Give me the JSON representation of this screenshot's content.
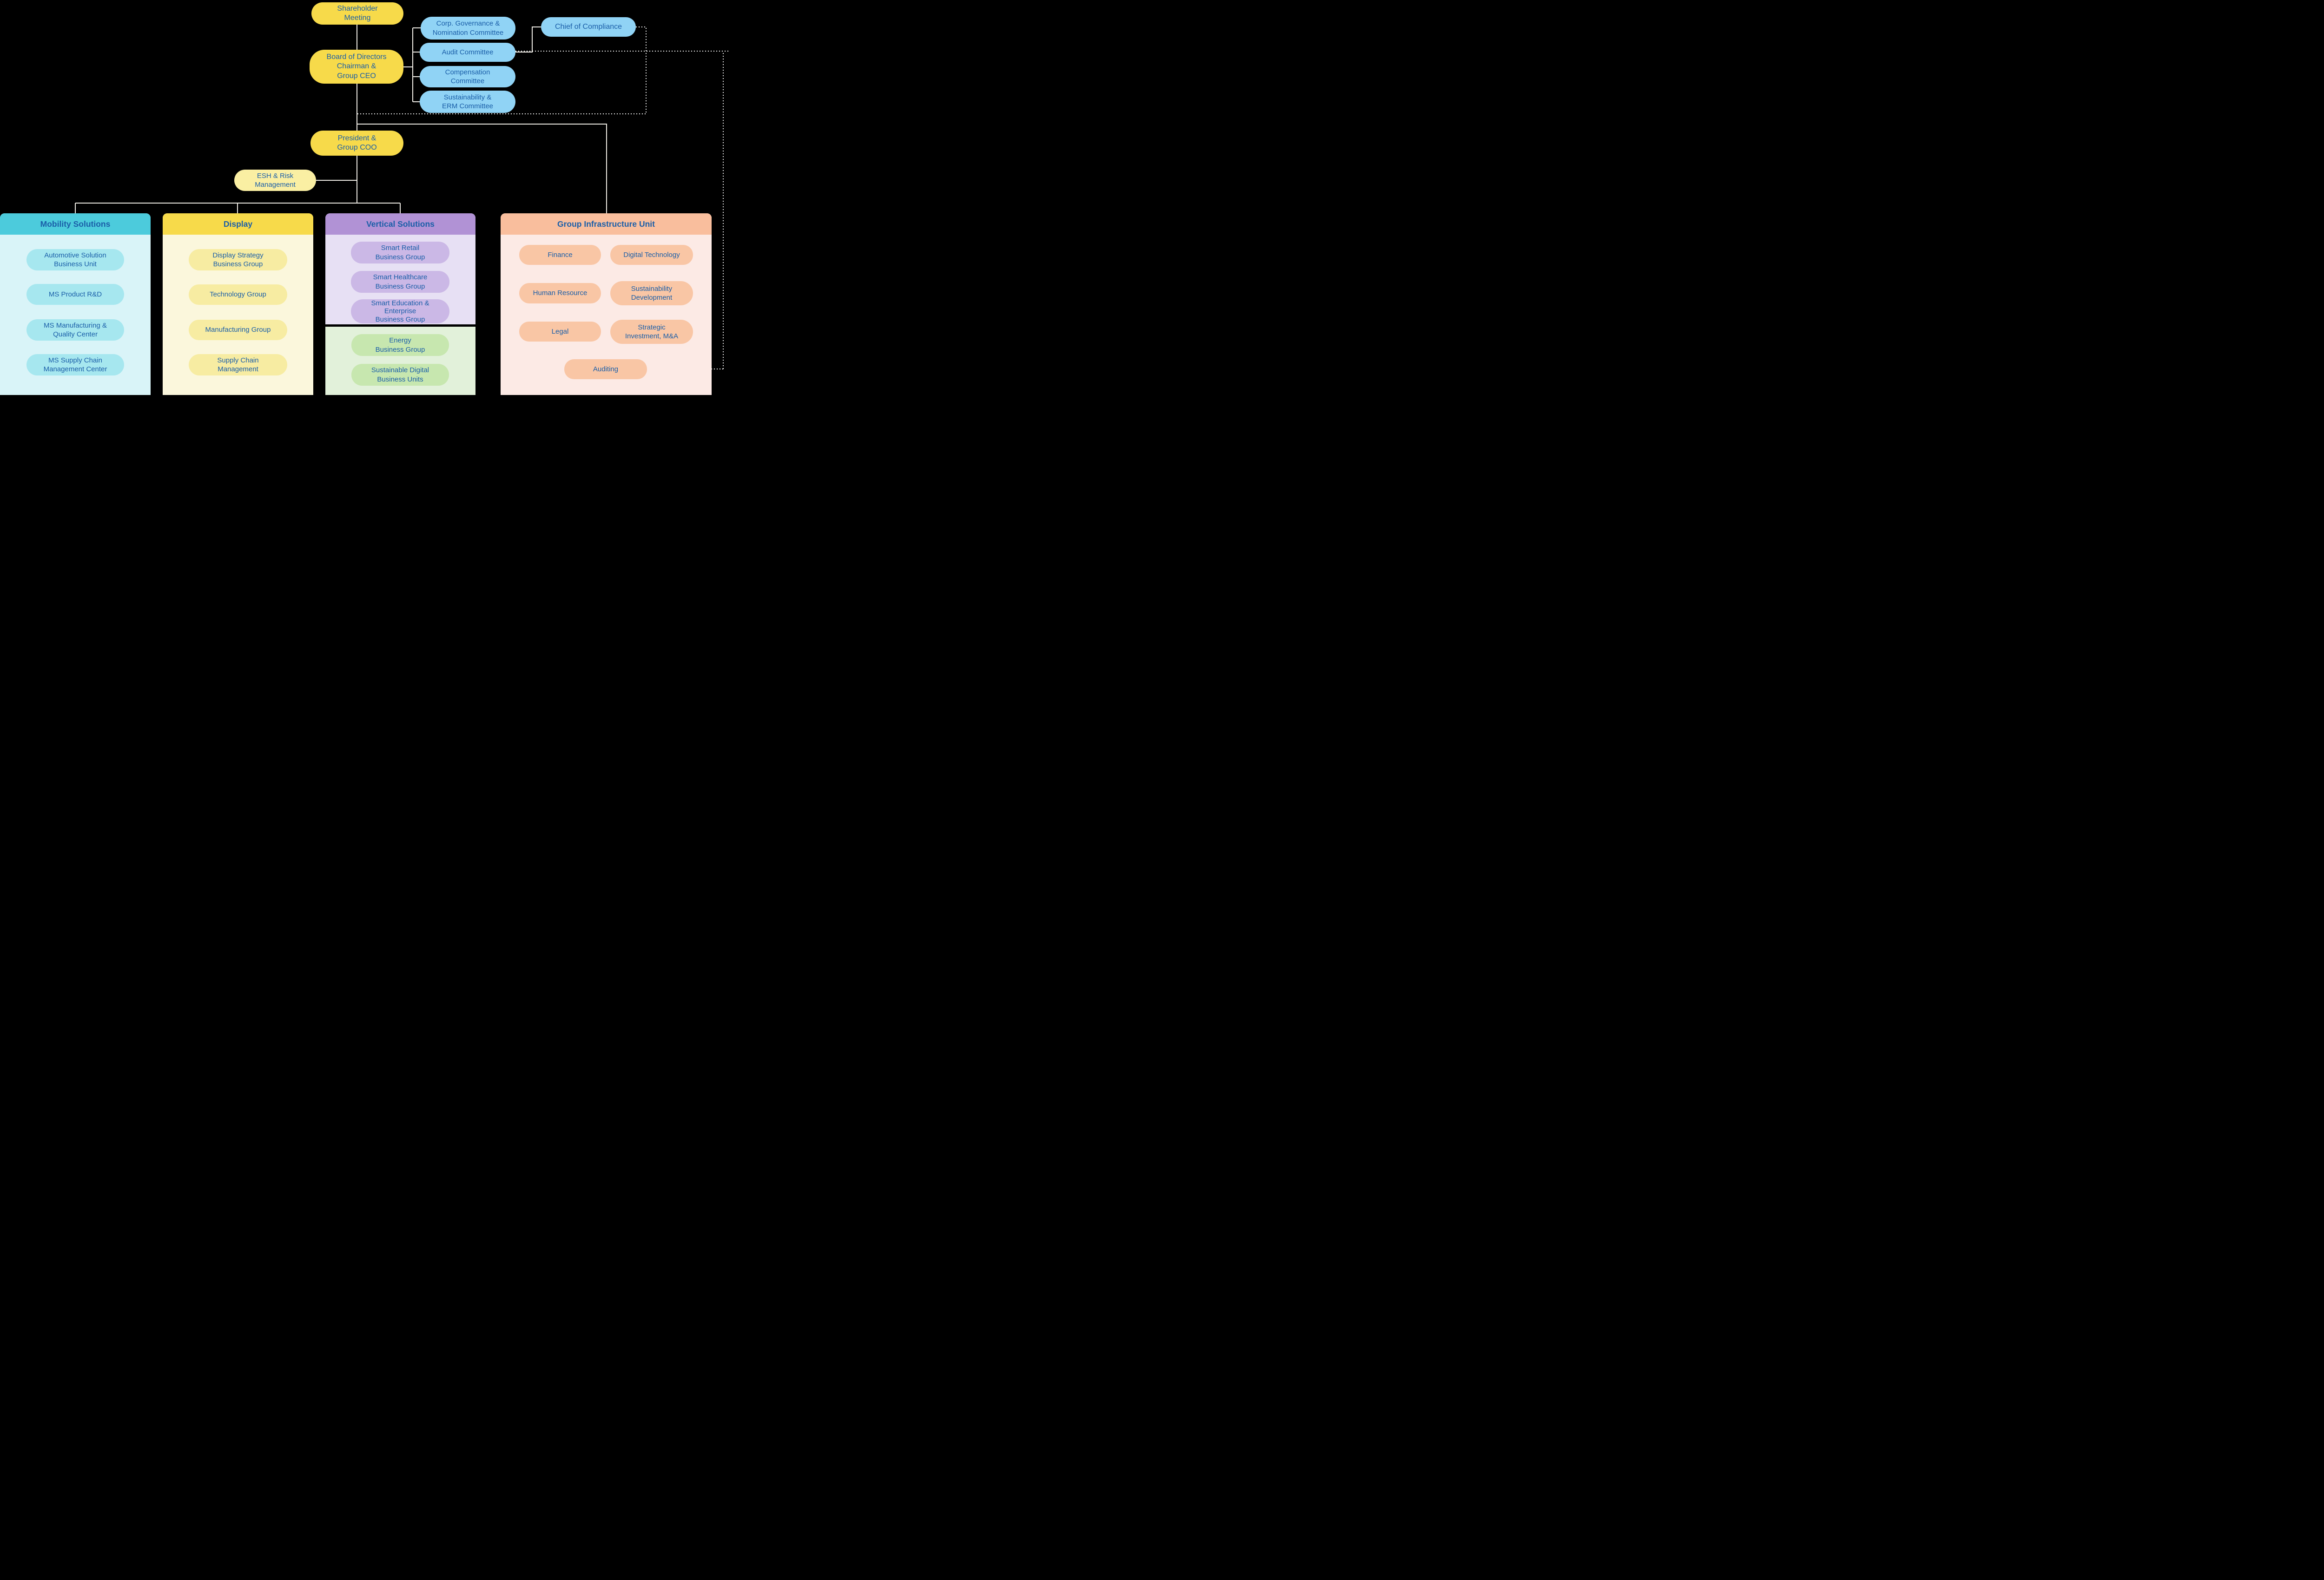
{
  "org_chart": {
    "nodes": {
      "shareholder_meeting": "Shareholder\nMeeting",
      "board": "Board of Directors\nChairman &\nGroup CEO",
      "president": "President &\nGroup COO",
      "esh_risk": "ESH & Risk\nManagement",
      "chief_compliance": "Chief of Compliance"
    },
    "committees": [
      "Corp. Governance &\nNomination Committee",
      "Audit Committee",
      "Compensation\nCommittee",
      "Sustainability &\nERM Committee"
    ],
    "groups": [
      {
        "title": "Mobility Solutions",
        "items": [
          "Automotive Solution\nBusiness Unit",
          "MS Product R&D",
          "MS Manufacturing &\nQuality Center",
          "MS Supply Chain\nManagement Center"
        ]
      },
      {
        "title": "Display",
        "items": [
          "Display Strategy\nBusiness Group",
          "Technology Group",
          "Manufacturing Group",
          "Supply Chain\nManagement"
        ]
      },
      {
        "title": "Vertical Solutions",
        "items": [
          "Smart Retail\nBusiness Group",
          "Smart Healthcare\nBusiness Group",
          "Smart Education &\nEnterprise\nBusiness Group"
        ],
        "sub_items": [
          "Energy\nBusiness Group",
          "Sustainable Digital\nBusiness Units"
        ]
      },
      {
        "title": "Group Infrastructure Unit",
        "items": [
          "Finance",
          "Digital Technology",
          "Human Resource",
          "Sustainability\nDevelopment",
          "Legal",
          "Strategic\nInvestment, M&A",
          "Auditing"
        ]
      }
    ],
    "colors": {
      "background": "#000000",
      "text": "#1A5EA8",
      "yellow": "#F7DA4A",
      "pale_yellow": "#FAEFA3",
      "blue": "#90D3F5",
      "cyan_header": "#4CCBDC",
      "cyan_body": "#D9F4F8",
      "cyan_pill": "#A6E7EF",
      "yellow_body": "#FBF7DC",
      "yellow_pill": "#F7ECA2",
      "purple_header": "#B192D5",
      "purple_body": "#E7E0F4",
      "purple_pill": "#CBB8E6",
      "green_body": "#E2F1DA",
      "green_pill": "#C7E7AF",
      "orange_header": "#F9BE9D",
      "orange_body": "#FCEAE5",
      "orange_pill": "#F9C6A5",
      "line": "#F2EFE8"
    }
  }
}
